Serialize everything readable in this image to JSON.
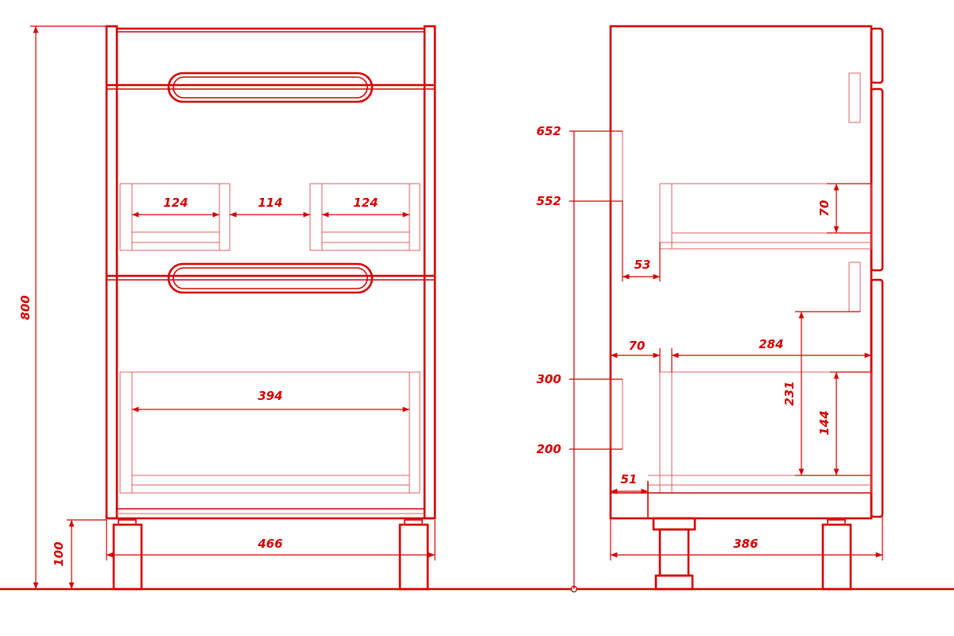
{
  "drawing": {
    "line_color": "#d40000",
    "front_view": {
      "overall_height": "800",
      "leg_height": "100",
      "overall_width": "466",
      "top_compartment_left": "124",
      "top_compartment_gap": "114",
      "top_compartment_right": "124",
      "bottom_compartment_width": "394"
    },
    "side_view": {
      "mark_652": "652",
      "mark_552": "552",
      "mark_300": "300",
      "mark_200": "200",
      "depth": "386",
      "upper_drawer_height": "70",
      "upper_setback": "53",
      "lower_setback": "70",
      "lower_drawer_length": "284",
      "lower_opening_height": "231",
      "lower_drawer_height": "144",
      "plinth_setback": "51"
    }
  }
}
